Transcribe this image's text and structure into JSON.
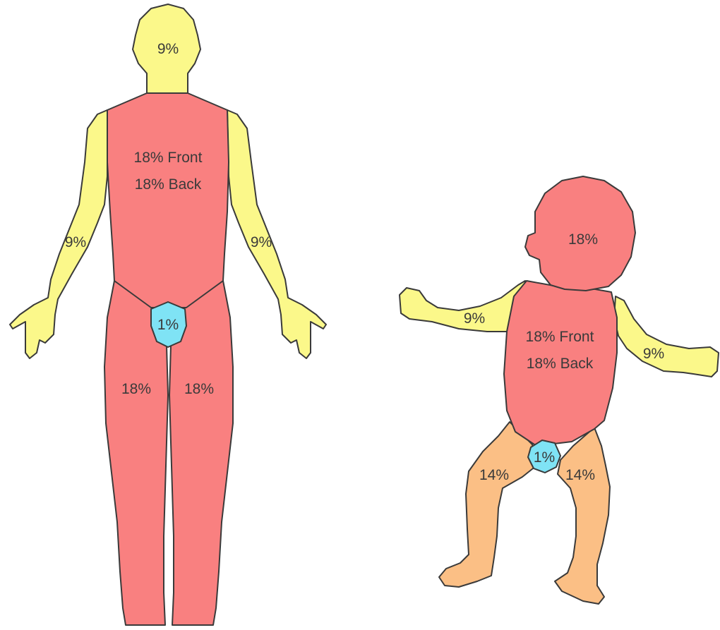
{
  "colors": {
    "head_limb": "#fbf88a",
    "torso": "#f98080",
    "groin": "#7fe3f5",
    "child_legs": "#fbbf85",
    "outline": "#3a3a3a"
  },
  "adult": {
    "head": "9%",
    "torso_front": "18% Front",
    "torso_back": "18% Back",
    "left_arm": "9%",
    "right_arm": "9%",
    "groin": "1%",
    "left_leg": "18%",
    "right_leg": "18%"
  },
  "child": {
    "head": "18%",
    "torso_front": "18% Front",
    "torso_back": "18% Back",
    "left_arm": "9%",
    "right_arm": "9%",
    "groin": "1%",
    "left_leg": "14%",
    "right_leg": "14%"
  }
}
